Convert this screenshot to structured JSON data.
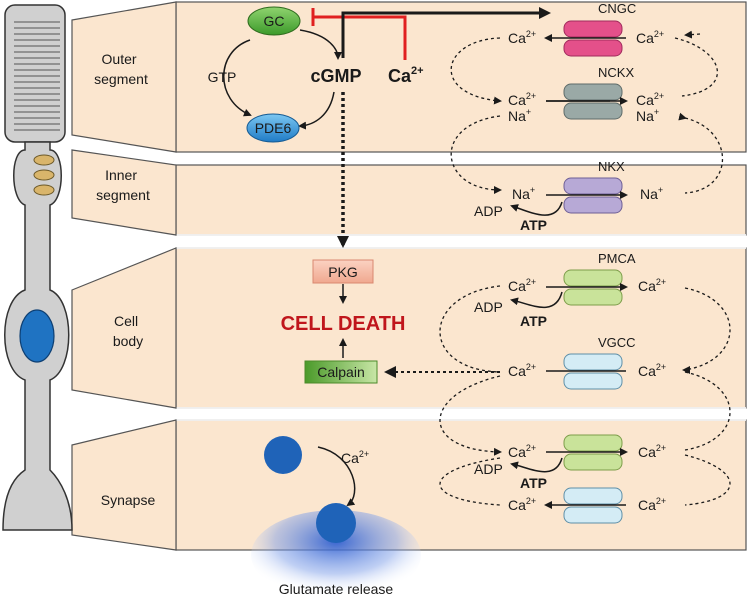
{
  "compartments": {
    "outer": [
      "Outer",
      "segment"
    ],
    "inner": [
      "Inner",
      "segment"
    ],
    "body": [
      "Cell",
      "body"
    ],
    "synapse": "Synapse"
  },
  "cascade": {
    "gc": "GC",
    "gtp": "GTP",
    "cgmp": "cGMP",
    "pde6": "PDE6",
    "ca": "Ca",
    "sup": "2+"
  },
  "death": {
    "pkg": "PKG",
    "cell_death": "CELL DEATH",
    "calpain": "Calpain"
  },
  "channels": {
    "cngc": "CNGC",
    "nckx": "NCKX",
    "nkx": "NKX",
    "pmca": "PMCA",
    "vgcc": "VGCC"
  },
  "ions": {
    "ca": "Ca",
    "na": "Na",
    "ca_sup": "2+",
    "na_sup": "+",
    "adp": "ADP",
    "atp": "ATP"
  },
  "synapse": {
    "release": "Glutamate release"
  },
  "colors": {
    "panel": "#fbe6cf",
    "panel_border": "#555555",
    "cell": "#d0d0d0",
    "nucleus": "#1f73c2",
    "gc": "#4caf3a",
    "pde6": "#2e8fd6",
    "pkg": "#f4b7a2",
    "calpain": "#6fb63b",
    "death": "#c0161c",
    "inhibition": "#e02020",
    "cngc": "#e4508a",
    "nckx": "#9aa9a6",
    "nkx": "#b7a9d6",
    "pmca": "#c9e39a",
    "vgcc": "#d4ecf5"
  }
}
